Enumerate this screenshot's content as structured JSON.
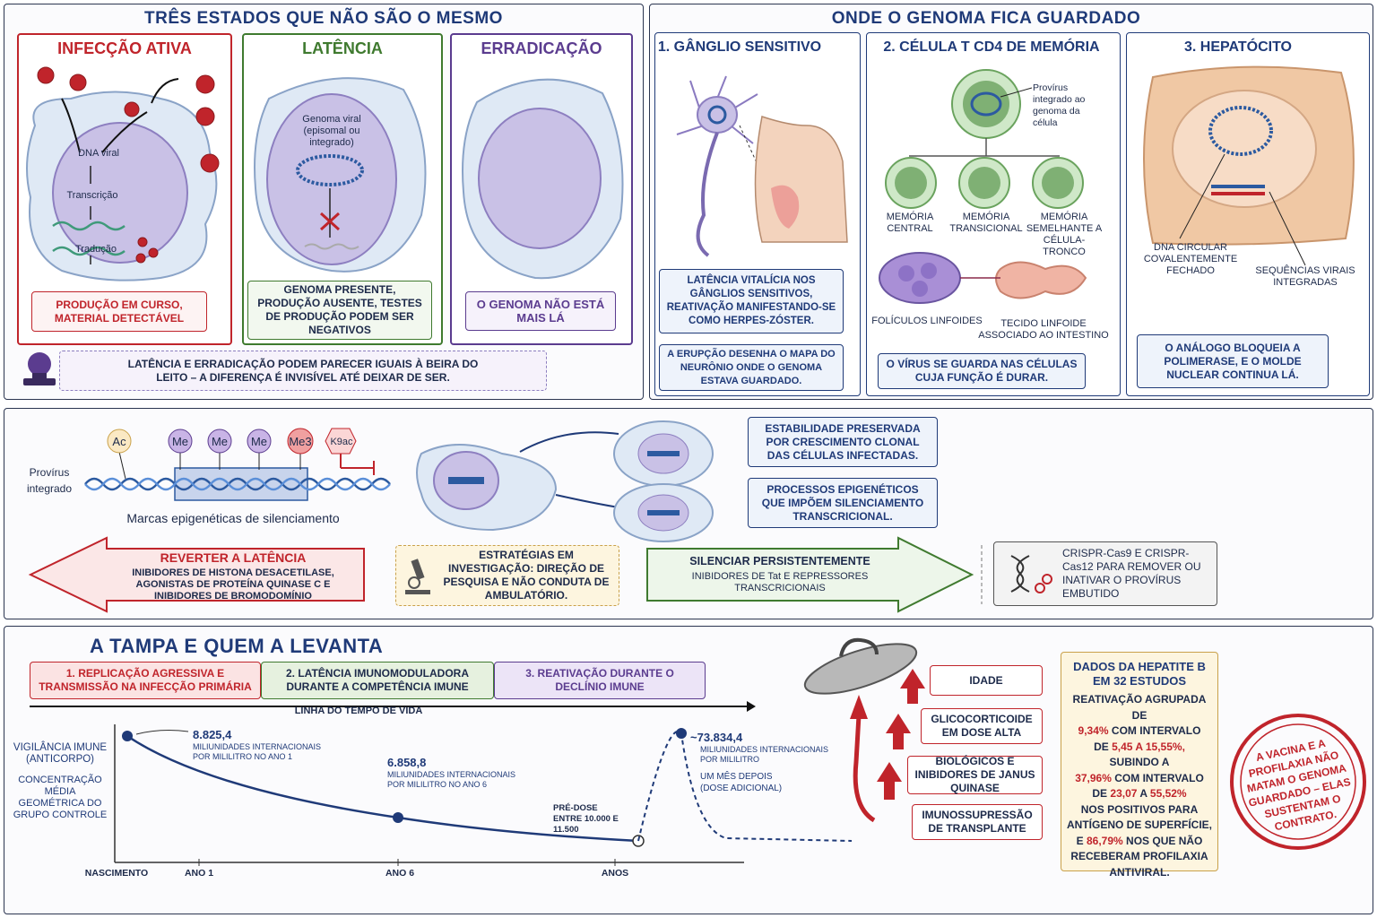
{
  "panel_states": {
    "title": "TRÊS ESTADOS QUE NÃO SÃO O MESMO",
    "active": {
      "title": "INFECÇÃO ATIVA",
      "dna": "DNA viral",
      "transcription": "Transcrição",
      "translation": "Tradução",
      "box": "PRODUÇÃO EM CURSO, MATERIAL DETECTÁVEL"
    },
    "latency": {
      "title": "LATÊNCIA",
      "genome_label": "Genoma viral (episomal ou integrado)",
      "box": "GENOMA PRESENTE, PRODUÇÃO AUSENTE, TESTES DE PRODUÇÃO PODEM SER NEGATIVOS"
    },
    "eradication": {
      "title": "ERRADICAÇÃO",
      "box": "O GENOMA NÃO ESTÁ MAIS LÁ"
    },
    "bedside_note": "LATÊNCIA E ERRADICAÇÃO PODEM PARECER IGUAIS À BEIRA DO LEITO – A DIFERENÇA É INVISÍVEL ATÉ DEIXAR DE SER."
  },
  "panel_storage": {
    "title": "ONDE O GENOMA FICA GUARDADO",
    "ganglion": {
      "title": "1. GÂNGLIO SENSITIVO",
      "box1": "LATÊNCIA VITALÍCIA NOS GÂNGLIOS SENSITIVOS, REATIVAÇÃO MANIFESTANDO-SE COMO HERPES-ZÓSTER.",
      "box2": "A ERUPÇÃO DESENHA O MAPA DO NEURÔNIO ONDE O GENOMA ESTAVA GUARDADO."
    },
    "tcell": {
      "title": "2. CÉLULA T CD4 DE MEMÓRIA",
      "provirus_label": "Provírus integrado ao genoma da célula",
      "types": [
        "MEMÓRIA CENTRAL",
        "MEMÓRIA TRANSICIONAL",
        "MEMÓRIA SEMELHANTE A CÉLULA-TRONCO"
      ],
      "follicles": "FOLÍCULOS LINFOIDES",
      "galt": "TECIDO LINFOIDE ASSOCIADO AO INTESTINO",
      "box": "O VÍRUS SE GUARDA NAS CÉLULAS CUJA FUNÇÃO É DURAR."
    },
    "hepatocyte": {
      "title": "3. HEPATÓCITO",
      "cccdna": "DNA CIRCULAR COVALENTEMENTE FECHADO",
      "integrated": "SEQUÊNCIAS VIRAIS INTEGRADAS",
      "box": "O ANÁLOGO BLOQUEIA A POLIMERASE, E O MOLDE NUCLEAR CONTINUA LÁ."
    }
  },
  "panel_epigenetic": {
    "provirus_label": "Provírus integrado",
    "marks": [
      "Ac",
      "Me",
      "Me",
      "Me",
      "Me3",
      "K9ac"
    ],
    "marks_caption": "Marcas epigenéticas de silenciamento",
    "box_clonal": "ESTABILIDADE PRESERVADA POR CRESCIMENTO CLONAL DAS CÉLULAS INFECTADAS.",
    "box_epi": "PROCESSOS EPIGENÉTICOS QUE IMPÕEM SILENCIAMENTO TRANSCRICIONAL.",
    "reverse": {
      "title": "REVERTER A LATÊNCIA",
      "text": "INIBIDORES DE HISTONA DESACETILASE, AGONISTAS DE PROTEÍNA QUINASE C E INIBIDORES DE BROMODOMÍNIO"
    },
    "research": "ESTRATÉGIAS EM INVESTIGAÇÃO: DIREÇÃO DE PESQUISA E NÃO CONDUTA DE AMBULATÓRIO.",
    "silence": {
      "title": "SILENCIAR PERSISTENTEMENTE",
      "text": "INIBIDORES DE Tat E REPRESSORES TRANSCRICIONAIS"
    },
    "crispr": "CRISPR-Cas9 E CRISPR-Cas12 PARA REMOVER OU INATIVAR O PROVÍRUS EMBUTIDO"
  },
  "panel_lid": {
    "title": "A TAMPA E QUEM A LEVANTA",
    "phases": [
      "1. REPLICAÇÃO AGRESSIVA E TRANSMISSÃO NA INFECÇÃO PRIMÁRIA",
      "2. LATÊNCIA IMUNOMODULADORA DURANTE A COMPETÊNCIA IMUNE",
      "3. REATIVAÇÃO DURANTE O DECLÍNIO IMUNE"
    ],
    "timeline_label": "LINHA DO TEMPO DE VIDA",
    "y_label_1": "VIGILÂNCIA IMUNE (ANTICORPO)",
    "y_label_2": "CONCENTRAÇÃO MÉDIA GEOMÉTRICA DO GRUPO CONTROLE",
    "x_ticks": [
      "NASCIMENTO",
      "ANO 1",
      "ANO 6",
      "ANOS"
    ],
    "points": [
      {
        "value": "8.825,4",
        "unit": "MILIUNIDADES INTERNACIONAIS POR MILILITRO NO ANO 1"
      },
      {
        "value": "6.858,8",
        "unit": "MILIUNIDADES INTERNACIONAIS POR MILILITRO NO ANO 6"
      },
      {
        "value": "~73.834,4",
        "unit": "MILIUNIDADES INTERNACIONAIS POR MILILITRO",
        "note": "UM MÊS DEPOIS (DOSE ADICIONAL)"
      }
    ],
    "predose": "PRÉ-DOSE ENTRE 10.000 E 11.500",
    "chart_data": {
      "type": "line",
      "series": [
        {
          "x": [
            "ANO 1",
            "ANO 6"
          ],
          "values": [
            8825.4,
            6858.8
          ]
        },
        {
          "x": [
            "PRÉ-DOSE",
            "UM MÊS DEPOIS"
          ],
          "values": [
            10000,
            73834.4
          ]
        }
      ]
    },
    "factors": [
      "IDADE",
      "GLICOCORTICOIDE EM DOSE ALTA",
      "BIOLÓGICOS E INIBIDORES DE JANUS QUINASE",
      "IMUNOSSUPRESSÃO DE TRANSPLANTE"
    ],
    "hep_b": {
      "title": "DADOS DA HEPATITE B EM 32 ESTUDOS",
      "l1": "REATIVAÇÃO AGRUPADA DE",
      "v1": "9,34%",
      "l2": "COM INTERVALO",
      "l3": "DE",
      "r1": "5,45 A 15,55%,",
      "l4": "SUBINDO A",
      "v2": "37,96%",
      "l5": "COM INTERVALO",
      "l6": "DE",
      "r2a": "23,07",
      "l7": "A",
      "r2b": "55,52%",
      "l8": "NOS POSITIVOS PARA ANTÍGENO DE SUPERFÍCIE,",
      "l9": "E",
      "v3": "86,79%",
      "l10": "NOS QUE NÃO RECEBERAM PROFILAXIA ANTIVIRAL."
    },
    "stamp": "A VACINA E A PROFILAXIA NÃO MATAM O GENOMA GUARDADO – ELAS SUSTENTAM O CONTRATO."
  },
  "colors": {
    "navy": "#1f3a78",
    "red": "#c0242b",
    "green": "#3f7a2f",
    "purple": "#5b3c8f"
  }
}
